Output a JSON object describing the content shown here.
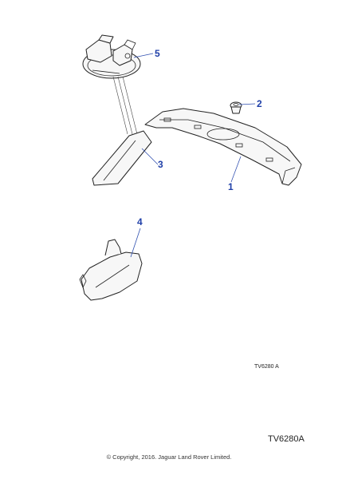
{
  "callouts": {
    "c1": "1",
    "c2": "2",
    "c3": "3",
    "c4": "4",
    "c5": "5"
  },
  "drawing_ref_small": "TV6280 A",
  "drawing_ref_large": "TV6280A",
  "copyright": "© Copyright, 2016. Jaguar Land Rover Limited.",
  "colors": {
    "callout": "#1f3fa8",
    "line": "#222222",
    "background": "#ffffff"
  }
}
